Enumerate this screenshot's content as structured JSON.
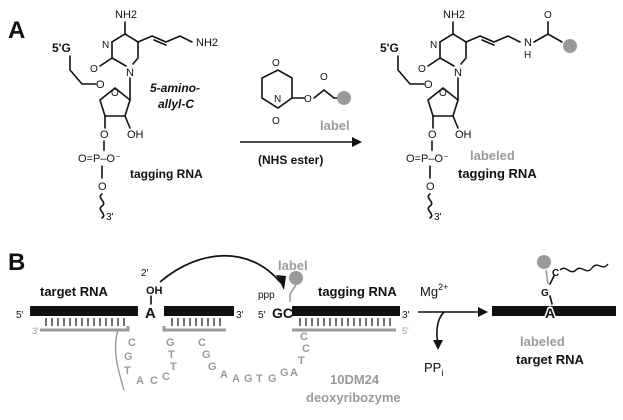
{
  "panel_a": {
    "letter": "A",
    "five_prime_g": "5'G",
    "nh2_top": "NH2",
    "nh2_chain": "NH2",
    "ring_n1": "N",
    "ring_n3": "N",
    "carbonyl_o": "O",
    "sugar_o": "O",
    "oh": "OH",
    "phosphate_o": "O",
    "phosphate": "O=P–O⁻",
    "three_prime": "3'",
    "reagent_name_line1": "5-amino-",
    "reagent_name_line2": "allyl-C",
    "reactant_label": "tagging RNA",
    "label_text": "label",
    "nhs_n": "N",
    "nhs_o_top": "O",
    "nhs_o_bottom": "O",
    "nhs_o_link": "O",
    "nhs_o_ester": "O",
    "condition": "(NHS ester)",
    "product_nh": "H",
    "product_n": "N",
    "product_o": "O",
    "product_label_line1": "labeled",
    "product_label_line2": "tagging RNA"
  },
  "panel_b": {
    "letter": "B",
    "target_label": "target RNA",
    "five_prime_left": "5'",
    "two_prime": "2'",
    "oh": "OH",
    "a_base": "A",
    "three_prime_left": "3'",
    "label_text": "label",
    "ppp": "ppp",
    "five_prime_mid": "5'",
    "gc": "GC",
    "tagging_label": "tagging RNA",
    "three_prime_right": "3'",
    "dna_3prime": "3'",
    "dna_5prime": "5'",
    "loop_letters": [
      "C",
      "G",
      "T",
      "A",
      "C",
      "C",
      "G",
      "T",
      "T",
      "C",
      "G",
      "G",
      "A",
      "A",
      "G",
      "T",
      "G",
      "G",
      "A",
      "T",
      "C",
      "C"
    ],
    "enzyme_line1": "10DM24",
    "enzyme_line2": "deoxyribozyme",
    "mg": "Mg",
    "mg_sup": "2+",
    "ppi": "PP",
    "ppi_sub": "i",
    "product_g": "G",
    "product_c": "C",
    "product_a": "A",
    "product_label_line1": "labeled",
    "product_label_line2": "target RNA"
  },
  "colors": {
    "black": "#111111",
    "gray": "#9a9a9a"
  }
}
